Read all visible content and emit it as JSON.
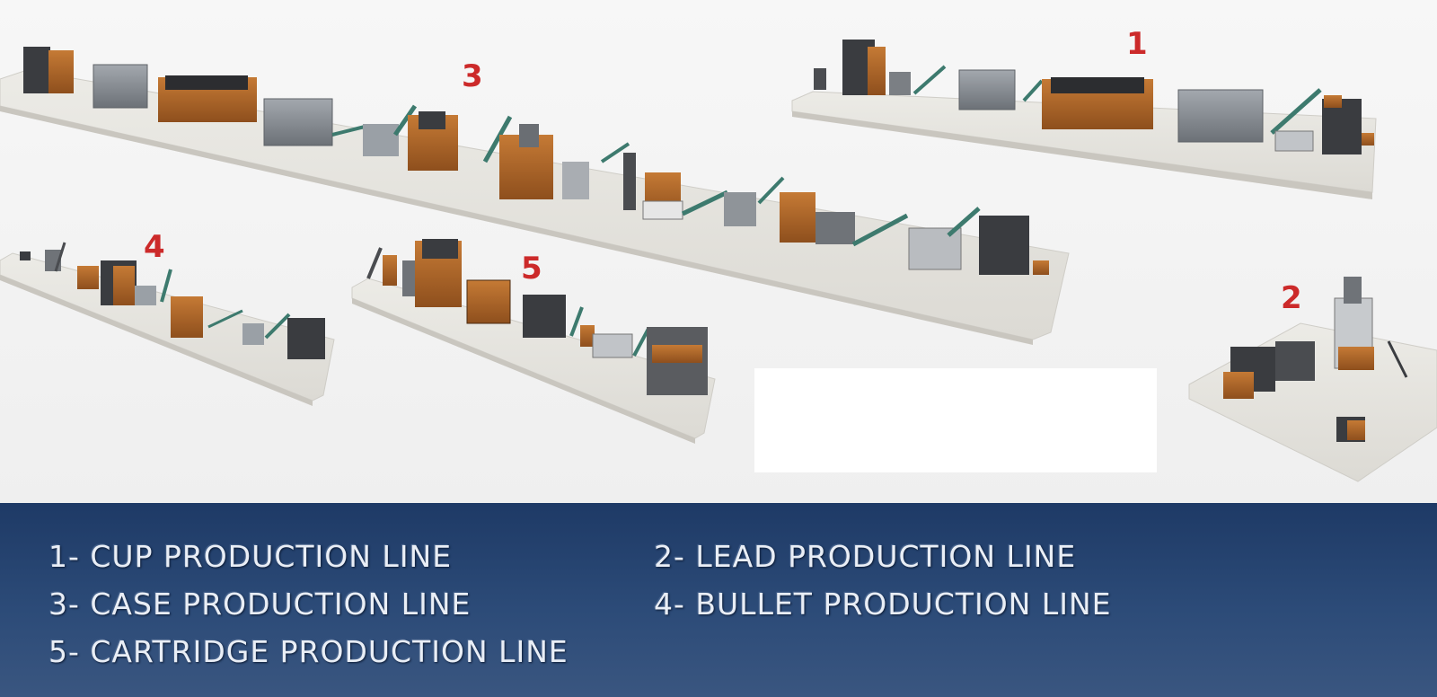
{
  "scene": {
    "line_numbers": [
      "1",
      "2",
      "3",
      "4",
      "5"
    ]
  },
  "legend": {
    "items": [
      "1- CUP PRODUCTION LINE",
      "2- LEAD PRODUCTION LINE",
      "3- CASE PRODUCTION LINE",
      "4- BULLET PRODUCTION LINE",
      "5- CARTRIDGE PRODUCTION LINE"
    ]
  },
  "colors": {
    "machine_orange": "#b86a2a",
    "machine_gray": "#8a8f95",
    "machine_dark": "#3a3c40",
    "conveyor_green": "#3d7a6e",
    "floor": "#e8e6e1",
    "label_red": "#cc2a2a",
    "legend_blue": "#1e3a66"
  }
}
